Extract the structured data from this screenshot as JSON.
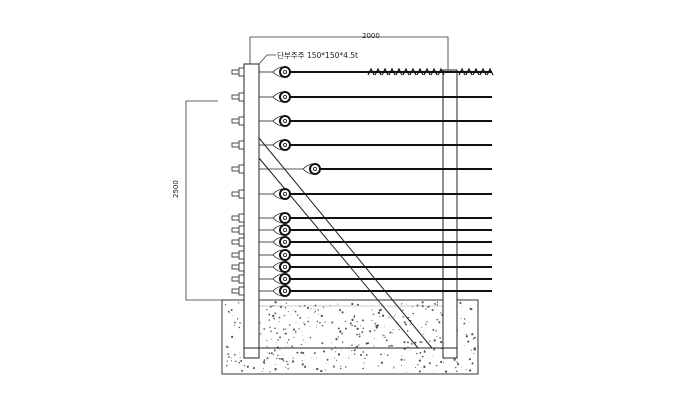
{
  "drawing": {
    "width_dimension": "2000",
    "height_dimension": "2500",
    "post_label": "단부주주 150*150*4.5t"
  }
}
